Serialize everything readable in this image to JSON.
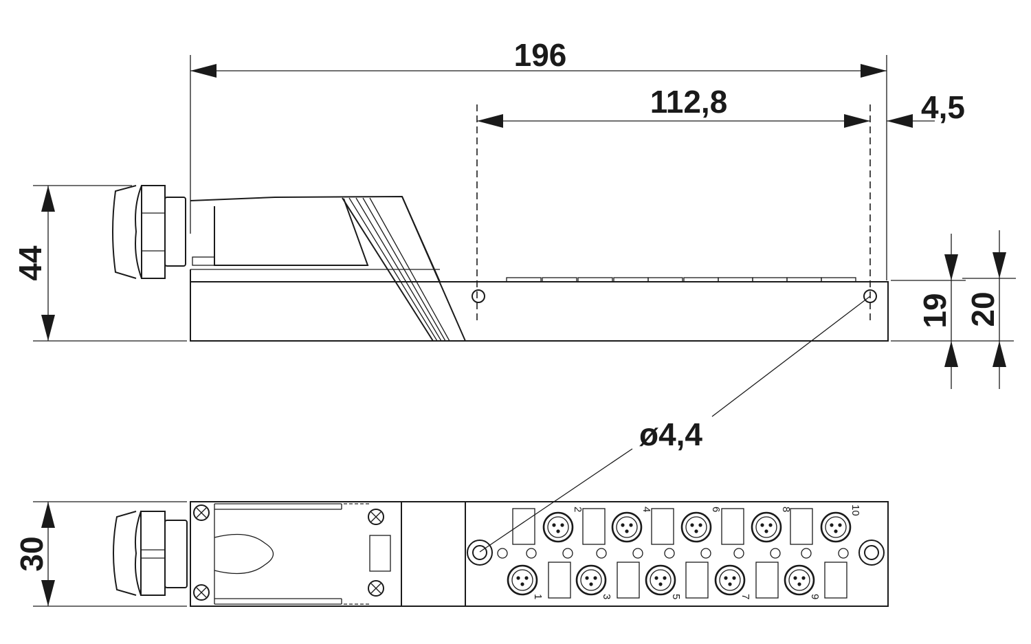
{
  "dimensions": {
    "overall_length": "196",
    "hole_spacing": "112,8",
    "end_offset": "4,5",
    "overall_height": "44",
    "body_height_19": "19",
    "body_height_20": "20",
    "hole_diameter": "ø4,4",
    "width": "30"
  },
  "ports": {
    "top_row": [
      "2",
      "4",
      "6",
      "8",
      "10"
    ],
    "bottom_row": [
      "1",
      "3",
      "5",
      "7",
      "9"
    ]
  },
  "colors": {
    "line": "#1a1a1a",
    "background": "#ffffff"
  }
}
